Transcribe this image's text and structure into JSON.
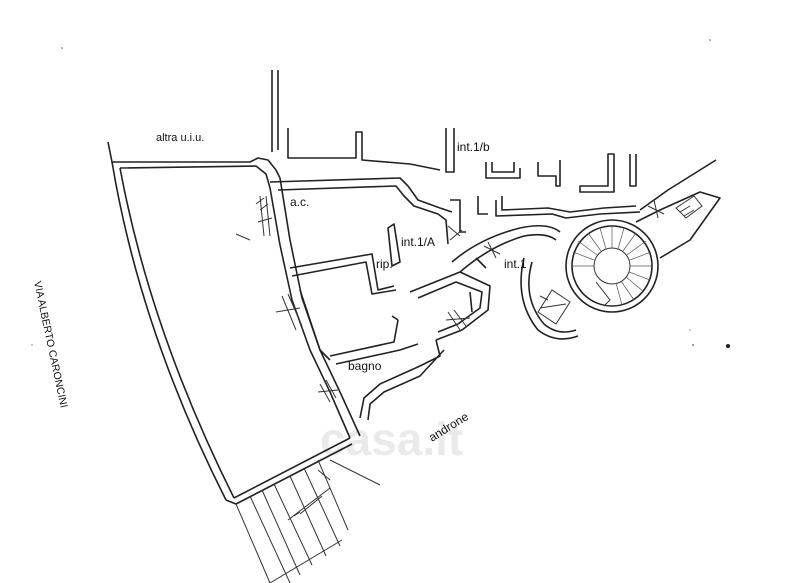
{
  "labels": {
    "altra_uiu": "altra u.i.u.",
    "ac": "a.c.",
    "int1b": "int.1/b",
    "int1a": "int.1/A",
    "rip": "rip.",
    "int1": "int.1",
    "bagno": "bagno",
    "androne": "androne",
    "street": "VIA ALBERTO CARONCINI"
  },
  "watermark": "casa.it"
}
